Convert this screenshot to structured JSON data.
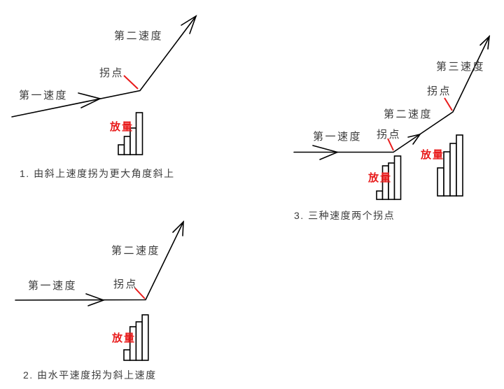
{
  "colors": {
    "background": "#ffffff",
    "line": "#000000",
    "accent_red": "#e81a1a",
    "label_text": "#3c3c3c"
  },
  "figure1": {
    "second_speed_label": "第二速度",
    "inflection_label": "拐点",
    "first_speed_label": "第一速度",
    "volume_label": "放量",
    "caption": "1. 由斜上速度拐为更大角度斜上"
  },
  "figure2": {
    "second_speed_label": "第二速度",
    "inflection_label": "拐点",
    "first_speed_label": "第一速度",
    "volume_label": "放量",
    "caption": "2. 由水平速度拐为斜上速度"
  },
  "figure3": {
    "third_speed_label": "第三速度",
    "upper_inflection_label": "拐点",
    "second_speed_label": "第二速度",
    "lower_inflection_label": "拐点",
    "first_speed_label": "第一速度",
    "volume_label_left": "放量",
    "volume_label_right": "放量",
    "caption": "3. 三种速度两个拐点"
  }
}
